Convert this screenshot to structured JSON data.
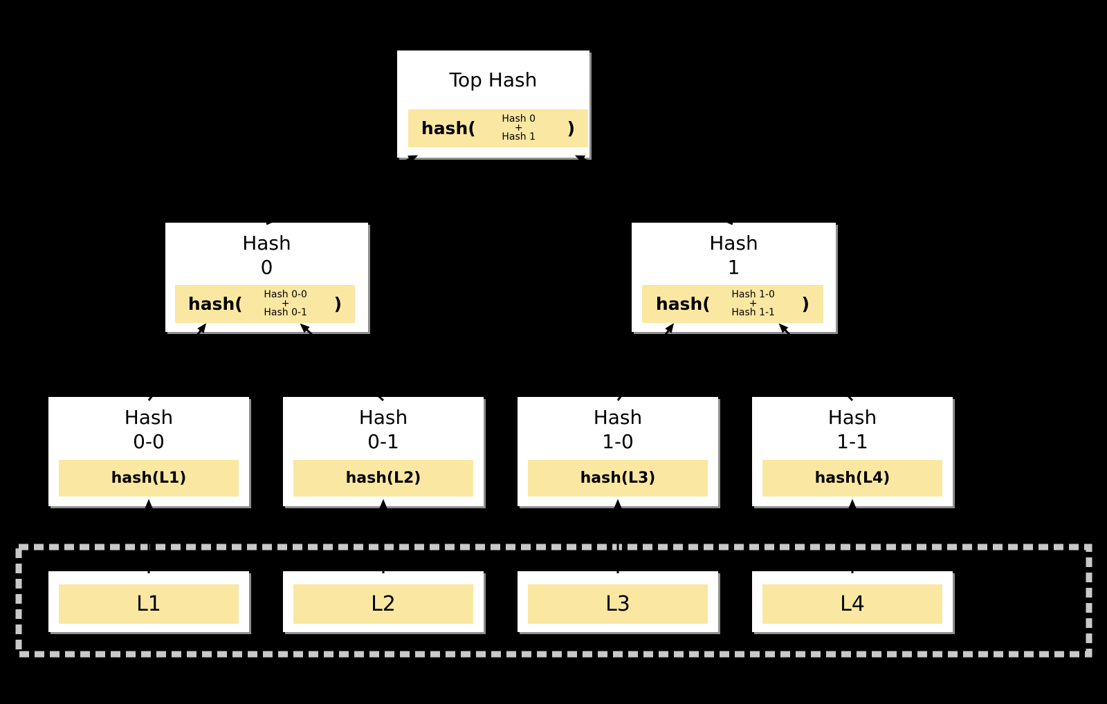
{
  "colors": {
    "background": "#000000",
    "node_fill": "#ffffff",
    "highlight_fill": "#fae7a2",
    "dash_border": "#c9c9c9",
    "node_shadow": "#8f8f8f",
    "arrow": "#000000",
    "text": "#000000"
  },
  "tree": {
    "top": {
      "title": "Top Hash",
      "formula": {
        "fn": "hash(",
        "args": [
          "Hash 0",
          "+",
          "Hash 1"
        ],
        "close": ")"
      }
    },
    "internal": [
      {
        "title": [
          "Hash",
          "0"
        ],
        "formula": {
          "fn": "hash(",
          "args": [
            "Hash 0-0",
            "+",
            "Hash 0-1"
          ],
          "close": ")"
        }
      },
      {
        "title": [
          "Hash",
          "1"
        ],
        "formula": {
          "fn": "hash(",
          "args": [
            "Hash 1-0",
            "+",
            "Hash 1-1"
          ],
          "close": ")"
        }
      }
    ],
    "leaves": [
      {
        "title": [
          "Hash",
          "0-0"
        ],
        "value": "hash(L1)"
      },
      {
        "title": [
          "Hash",
          "0-1"
        ],
        "value": "hash(L2)"
      },
      {
        "title": [
          "Hash",
          "1-0"
        ],
        "value": "hash(L3)"
      },
      {
        "title": [
          "Hash",
          "1-1"
        ],
        "value": "hash(L4)"
      }
    ],
    "data_blocks": [
      "L1",
      "L2",
      "L3",
      "L4"
    ]
  }
}
